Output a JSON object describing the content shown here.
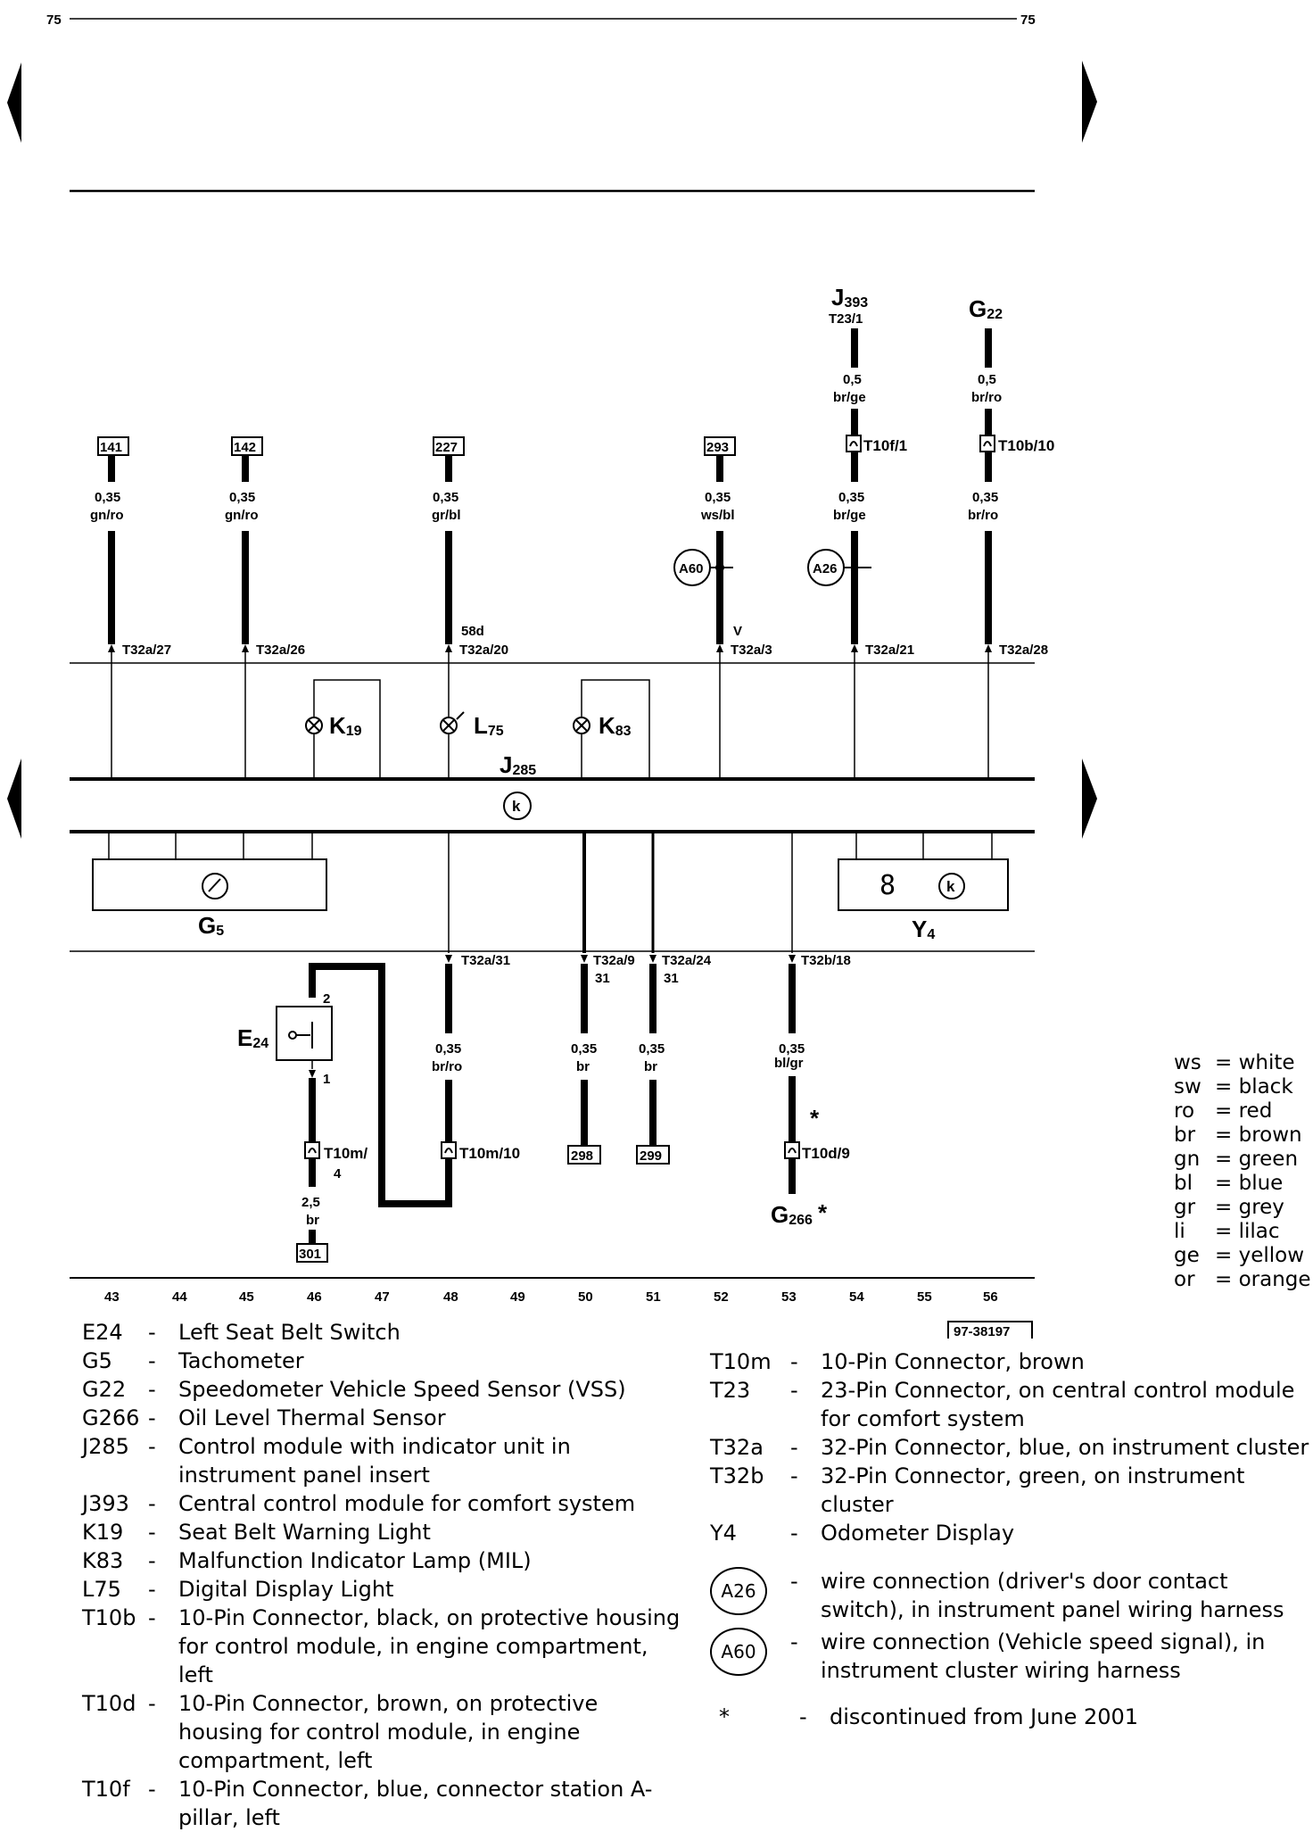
{
  "page": {
    "number_left": "75",
    "number_right": "75",
    "ref_code": "97-38197"
  },
  "diagram": {
    "title_components": {
      "J393": {
        "main": "J",
        "sub": "393",
        "pin": "T23/1"
      },
      "G22": {
        "main": "G",
        "sub": "22"
      },
      "J285": {
        "main": "J",
        "sub": "285"
      },
      "K19": {
        "main": "K",
        "sub": "19"
      },
      "K83": {
        "main": "K",
        "sub": "83"
      },
      "L75": {
        "main": "L",
        "sub": "75"
      },
      "G5": {
        "main": "G",
        "sub": "5"
      },
      "Y4": {
        "main": "Y",
        "sub": "4"
      },
      "E24": {
        "main": "E",
        "sub": "24"
      },
      "G266": {
        "main": "G",
        "sub": "266",
        "mark": "*"
      }
    },
    "refs_top": [
      "141",
      "142",
      "227",
      "293"
    ],
    "refs_bottom": [
      "298",
      "299",
      "301"
    ],
    "wires": {
      "w141": {
        "size": "0,35",
        "color": "gn/ro",
        "pin": "T32a/27"
      },
      "w142": {
        "size": "0,35",
        "color": "gn/ro",
        "pin": "T32a/26"
      },
      "w227": {
        "size": "0,35",
        "color": "gr/bl",
        "pin": "T32a/20",
        "term": "58d"
      },
      "w293": {
        "size": "0,35",
        "color": "ws/bl",
        "pin": "T32a/3",
        "term": "V"
      },
      "wJ393a": {
        "size": "0,5",
        "color": "br/ge"
      },
      "wJ393b": {
        "size": "0,35",
        "color": "br/ge",
        "pin": "T32a/21"
      },
      "wG22a": {
        "size": "0,5",
        "color": "br/ro"
      },
      "wG22b": {
        "size": "0,35",
        "color": "br/ro",
        "pin": "T32a/28"
      },
      "w48b": {
        "size": "0,35",
        "color": "br/ro",
        "pin": "T32a/31"
      },
      "w50b": {
        "size": "0,35",
        "color": "br",
        "pin": "T32a/9",
        "term": "31"
      },
      "w51b": {
        "size": "0,35",
        "color": "br",
        "pin": "T32a/24",
        "term": "31"
      },
      "w53b": {
        "size": "0,35",
        "color": "bl/gr",
        "pin": "T32b/18"
      },
      "w46b": {
        "size": "2,5",
        "color": "br"
      }
    },
    "connectors": {
      "T10f": "T10f/1",
      "T10b": "T10b/10",
      "T10m4a": "T10m/",
      "T10m4b": "4",
      "T10m10": "T10m/10",
      "T10d": "T10d/9",
      "E24pin2": "2",
      "E24pin1": "1"
    },
    "circle_refs": [
      "A60",
      "A26"
    ],
    "k_symbol": "k",
    "y4_digit": "8",
    "star": "*",
    "columns": [
      "43",
      "44",
      "45",
      "46",
      "47",
      "48",
      "49",
      "50",
      "51",
      "52",
      "53",
      "54",
      "55",
      "56"
    ]
  },
  "legend_left": [
    {
      "code": "E24",
      "desc": "Left Seat Belt Switch"
    },
    {
      "code": "G5",
      "desc": "Tachometer"
    },
    {
      "code": "G22",
      "desc": "Speedometer Vehicle Speed Sensor (VSS)"
    },
    {
      "code": "G266",
      "desc": "Oil Level Thermal Sensor"
    },
    {
      "code": "J285",
      "desc": "Control module with indicator unit in instrument panel insert"
    },
    {
      "code": "J393",
      "desc": "Central control module for comfort system"
    },
    {
      "code": "K19",
      "desc": "Seat Belt Warning Light"
    },
    {
      "code": "K83",
      "desc": "Malfunction Indicator Lamp (MIL)"
    },
    {
      "code": "L75",
      "desc": "Digital Display Light"
    },
    {
      "code": "T10b",
      "desc": "10-Pin Connector, black, on protective housing for control module, in engine compartment, left"
    },
    {
      "code": "T10d",
      "desc": "10-Pin Connector, brown, on protective housing for control module, in engine compartment, left"
    },
    {
      "code": "T10f",
      "desc": "10-Pin Connector, blue, connector station A-pillar, left"
    }
  ],
  "legend_right": [
    {
      "code": "T10m",
      "desc": "10-Pin Connector, brown"
    },
    {
      "code": "T23",
      "desc": "23-Pin Connector, on central control module for comfort system"
    },
    {
      "code": "T32a",
      "desc": "32-Pin Connector, blue, on instrument cluster"
    },
    {
      "code": "T32b",
      "desc": "32-Pin Connector, green, on instrument cluster"
    },
    {
      "code": "Y4",
      "desc": "Odometer Display"
    }
  ],
  "legend_circles": [
    {
      "code": "A26",
      "desc": "wire connection (driver's door contact switch), in instrument panel wiring harness"
    },
    {
      "code": "A60",
      "desc": "wire connection (Vehicle speed signal), in instrument cluster wiring harness"
    }
  ],
  "legend_note": {
    "code": "*",
    "desc": "discontinued from June 2001"
  },
  "dash": "-",
  "color_key": [
    {
      "abbr": "ws",
      "name": "white"
    },
    {
      "abbr": "sw",
      "name": "black"
    },
    {
      "abbr": "ro",
      "name": "red"
    },
    {
      "abbr": "br",
      "name": "brown"
    },
    {
      "abbr": "gn",
      "name": "green"
    },
    {
      "abbr": "bl",
      "name": "blue"
    },
    {
      "abbr": "gr",
      "name": "grey"
    },
    {
      "abbr": "li",
      "name": "lilac"
    },
    {
      "abbr": "ge",
      "name": "yellow"
    },
    {
      "abbr": "or",
      "name": "orange"
    }
  ],
  "colors": {
    "ink": "#000000",
    "paper": "#ffffff"
  }
}
